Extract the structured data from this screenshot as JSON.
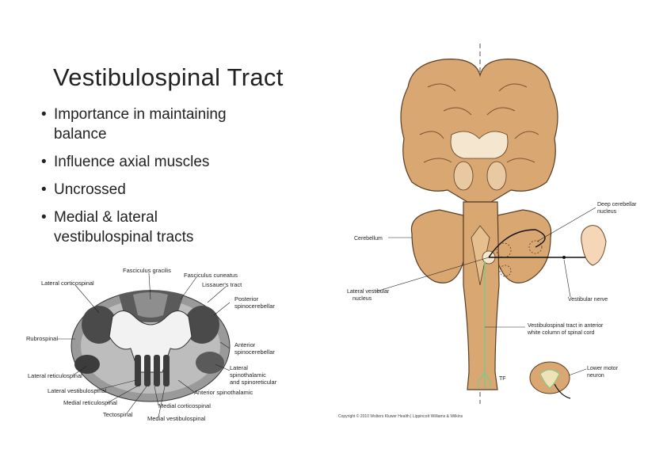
{
  "slide": {
    "title": "Vestibulospinal Tract",
    "bullets": [
      {
        "text": "Importance in maintaining balance",
        "lines": [
          "Importance in maintaining",
          "balance"
        ]
      },
      {
        "text": "Influence axial muscles",
        "lines": [
          "Influence axial muscles"
        ]
      },
      {
        "text": "Uncrossed",
        "lines": [
          "Uncrossed"
        ]
      },
      {
        "text": "Medial & lateral vestibulospinal tracts",
        "lines": [
          "Medial & lateral",
          "vestibulospinal tracts"
        ]
      }
    ]
  },
  "cord_diagram": {
    "labels": {
      "fasciculus_gracilis": "Fasciculus gracilis",
      "fasciculus_cuneatus": "Fasciculus cuneatus",
      "lateral_corticospinal": "Lateral corticospinal",
      "lissauers_tract": "Lissauer's tract",
      "posterior_spinocerebellar_1": "Posterior",
      "posterior_spinocerebellar_2": "spinocerebellar",
      "rubrospinal": "Rubrospinal",
      "anterior_spinocerebellar_1": "Anterior",
      "anterior_spinocerebellar_2": "spinocerebellar",
      "lateral_reticulospinal": "Lateral reticulospinal",
      "lateral_spinothalamic_1": "Lateral",
      "lateral_spinothalamic_2": "spinothalamic",
      "lateral_spinothalamic_3": "and spinoreticular",
      "lateral_vestibulospinal": "Lateral vestibulospinal",
      "anterior_spinothalamic": "Anterior spinothalamic",
      "medial_reticulospinal": "Medial reticulospinal",
      "medial_corticospinal": "Medial corticospinal",
      "tectospinal": "Tectospinal",
      "medial_vestibulospinal": "Medial vestibulospinal"
    }
  },
  "brain_diagram": {
    "labels": {
      "cerebellum": "Cerebellum",
      "deep_cerebellar_1": "Deep cerebellar",
      "deep_cerebellar_2": "nucleus",
      "lateral_vestibular_1": "Lateral vestibular",
      "lateral_vestibular_2": "nucleus",
      "vestibular_nerve": "Vestibular nerve",
      "tract_1": "Vestibulospinal tract in anterior",
      "tract_2": "white column of spinal cord",
      "lower_motor_1": "Lower motor",
      "lower_motor_2": "neuron",
      "tf": "TF"
    },
    "copyright": "Copyright © 2010 Wolters Kluwer Health | Lippincott Williams & Wilkins"
  },
  "colors": {
    "brain_fill": "#d9a772",
    "brain_stroke": "#5a3d22",
    "tract_green": "#7fc88a",
    "cord_dark": "#4a4a4a",
    "cord_mid": "#8c8c8c",
    "cord_light": "#c9c9c9"
  }
}
